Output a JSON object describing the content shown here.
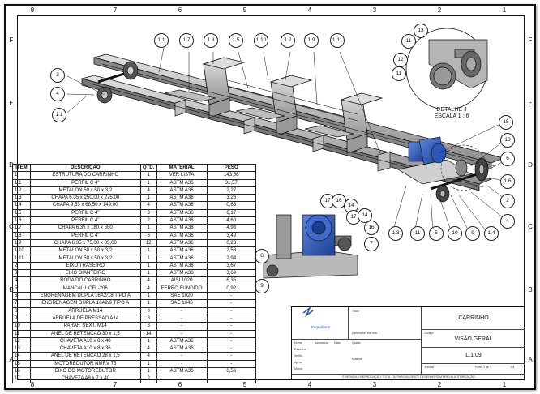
{
  "zones_top": [
    "8",
    "7",
    "6",
    "5",
    "4",
    "3",
    "2",
    "1"
  ],
  "zones_bottom": [
    "8",
    "7",
    "6",
    "5",
    "4",
    "3",
    "2",
    "1"
  ],
  "zones_side": [
    "F",
    "E",
    "D",
    "C",
    "B",
    "A"
  ],
  "bom": {
    "headers": [
      "ITEM",
      "DESCRIÇÃO",
      "QTD.",
      "MATERIAL",
      "PESO"
    ],
    "rows": [
      [
        "1",
        "ESTRUTURA DO CARRINHO",
        "1",
        "VER LISTA",
        "143,86"
      ],
      [
        "1.1",
        "PERFIL C 4\"",
        "1",
        "ASTM A36",
        "31,57"
      ],
      [
        "1.2",
        "METALON 50 x 50 x 3,2",
        "4",
        "ASTM A36",
        "2,27"
      ],
      [
        "1.3",
        "CHAPA 6,35 x 250,00 x 275,00",
        "1",
        "ASTM A36",
        "3,26"
      ],
      [
        "1.4",
        "CHAPA 9,53 x 68,50 x 149,00",
        "4",
        "ASTM A36",
        "0,63"
      ],
      [
        "1.5",
        "PERFIL C 4\"",
        "3",
        "ASTM A36",
        "6,17"
      ],
      [
        "1.6",
        "PERFIL C 4\"",
        "2",
        "ASTM A36",
        "4,60"
      ],
      [
        "1.7",
        "CHAPA 6,35 x 180 x 550",
        "1",
        "ASTM A36",
        "4,93"
      ],
      [
        "1.8",
        "PERFIL C 4\"",
        "6",
        "ASTM A36",
        "3,49"
      ],
      [
        "1.9",
        "CHAPA 6,35 x 75,00 x 85,00",
        "12",
        "ASTM A36",
        "0,23"
      ],
      [
        "1.10",
        "METALON 50 x 50 x 3,2",
        "1",
        "ASTM A36",
        "2,53"
      ],
      [
        "1.11",
        "METALON 50 x 50 x 3,2",
        "1",
        "ASTM A36",
        "2,94"
      ],
      [
        "2",
        "EIXO TRASEIRO",
        "1",
        "ASTM A36",
        "3,67"
      ],
      [
        "3",
        "EIXO DIANTEIRO",
        "1",
        "ASTM A36",
        "3,69"
      ],
      [
        "4",
        "RODA DO CARRINHO",
        "4",
        "AISI 1020",
        "6,35"
      ],
      [
        "5",
        "MANCAL UCFL-206",
        "4",
        "FERRO FUNDIDO",
        "0,92"
      ],
      [
        "6",
        "ENGRENAGEM DUPLA 16A2/18 TIPO A",
        "1",
        "SAE 1020",
        "-"
      ],
      [
        "7",
        "ENGRENAGEM DUPLA 16A2/9 TIPO A",
        "1",
        "SAE 1045",
        "-"
      ],
      [
        "8",
        "ARRUELA M14",
        "8",
        "-",
        "-"
      ],
      [
        "9",
        "ARRUELA DE PRESSÃO A14",
        "8",
        "-",
        "-"
      ],
      [
        "10",
        "PARAF. SEXT. M14",
        "8",
        "-",
        "-"
      ],
      [
        "11",
        "ANEL DE RETENÇÃO 30 x 1,5",
        "14",
        "-",
        "-"
      ],
      [
        "12",
        "CHAVETA A10 x 8 x 40",
        "1",
        "ASTM A36",
        "-"
      ],
      [
        "13",
        "CHAVETA A10 x 8 x 36",
        "4",
        "ASTM A36",
        "-"
      ],
      [
        "14",
        "ANEL DE RETENÇÃO 28 x 1,5",
        "4",
        "-",
        "-"
      ],
      [
        "15",
        "MOTOREDUTOR NMRV 75",
        "1",
        "-",
        "-"
      ],
      [
        "16",
        "EIXO DO MOTOREDUTOR",
        "1",
        "ASTM A36",
        "0,56"
      ],
      [
        "17",
        "CHAVETA A8 x 7 x 40",
        "2",
        "",
        ""
      ]
    ]
  },
  "callouts_main": [
    "1.1",
    "1.7",
    "1.8",
    "1.5",
    "1.10",
    "1.2",
    "1.9",
    "1.11",
    "3",
    "4",
    "1.1",
    "15",
    "13",
    "6",
    "1.6",
    "2",
    "4",
    "1.4",
    "9",
    "10",
    "5",
    "11",
    "1.3"
  ],
  "detail": {
    "title": "DETALHE J",
    "scale": "ESCALA 1 : 6",
    "callouts": [
      "13",
      "11",
      "12",
      "11"
    ]
  },
  "side_view_callouts": [
    "17",
    "16",
    "14",
    "17",
    "14",
    "16",
    "7",
    "8",
    "9"
  ],
  "title_block": {
    "company": "Engenharia",
    "drawing_title": "CARRINHO",
    "view": "VISÃO GERAL",
    "code": "L.1.09",
    "footer": "É VEDADA A REPRODUÇÃO TOTAL OU PARCIAL DESTE DESENHO SEM PRÉVIA AUTORIZAÇÃO",
    "small": [
      "Nome",
      "Assinatura",
      "Data",
      "Título",
      "Escala",
      "Folha 1 de 1",
      "Desenho",
      "Verific.",
      "Aprov.",
      "Manuf.",
      "Qualid.",
      "Material",
      "Código",
      "Dimensões em mm",
      "A4"
    ]
  },
  "colors": {
    "line": "#111111",
    "steel": "#9a9a9a",
    "motor_blue": "#2a57b8"
  }
}
